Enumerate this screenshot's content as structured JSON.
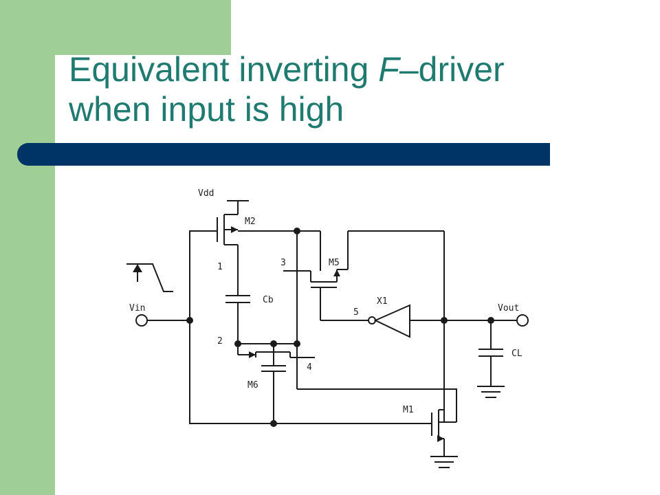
{
  "slide": {
    "title_line1_prefix": "Equivalent inverting ",
    "title_line1_italic": "F",
    "title_line1_suffix": "–driver",
    "title_line2": "when input is high",
    "colors": {
      "title": "#1f7a6f",
      "accent_bar": "#003366",
      "sidebar": "#9fce97"
    }
  },
  "schematic": {
    "labels": {
      "vdd": "Vdd",
      "m2": "M2",
      "m5": "M5",
      "m6": "M6",
      "m1": "M1",
      "x1": "X1",
      "cb": "Cb",
      "cl": "CL",
      "vin": "Vin",
      "vout": "Vout",
      "node1": "1",
      "node2": "2",
      "node3": "3",
      "node4": "4",
      "node5": "5"
    }
  }
}
